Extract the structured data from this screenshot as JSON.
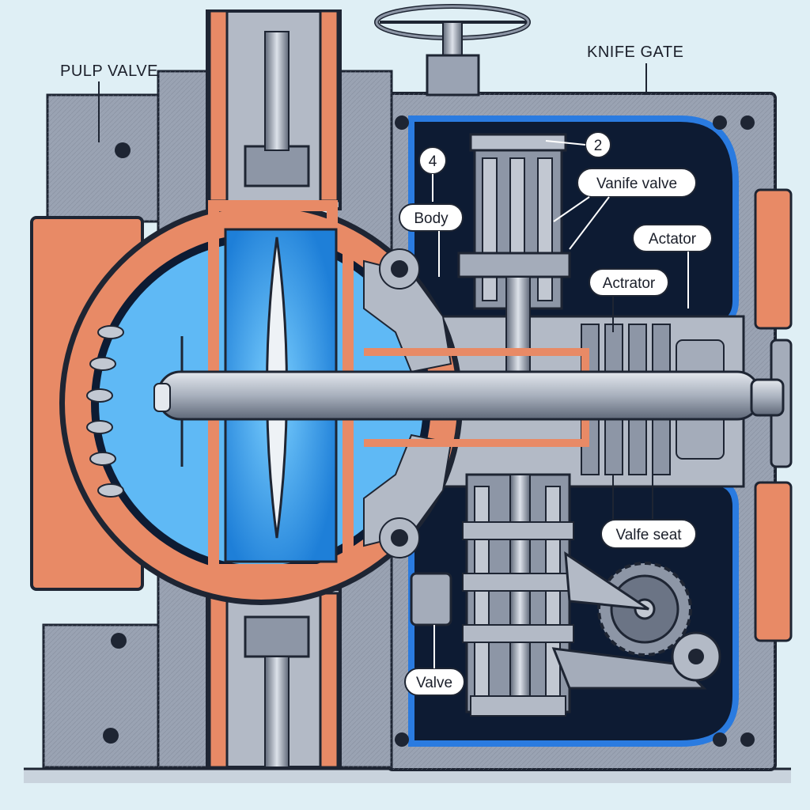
{
  "title_left": "PULP VALVE",
  "title_right": "KNIFE GATE",
  "callouts": {
    "number_4": "4",
    "number_2": "2",
    "body": "Body",
    "vanife_valve": "Vanife valve",
    "actator_1": "Actator",
    "actator_2": "Actrator",
    "valfe_seat": "Valfe seat",
    "valve": "Valve"
  },
  "colors": {
    "background": "#dfeff5",
    "steel": "#9aa3b3",
    "steel_dark": "#5b6577",
    "copper": "#e88a66",
    "blue_fluid": "#3ba6f0",
    "chamber_dark": "#0d1b33",
    "outline": "#1e2533"
  }
}
